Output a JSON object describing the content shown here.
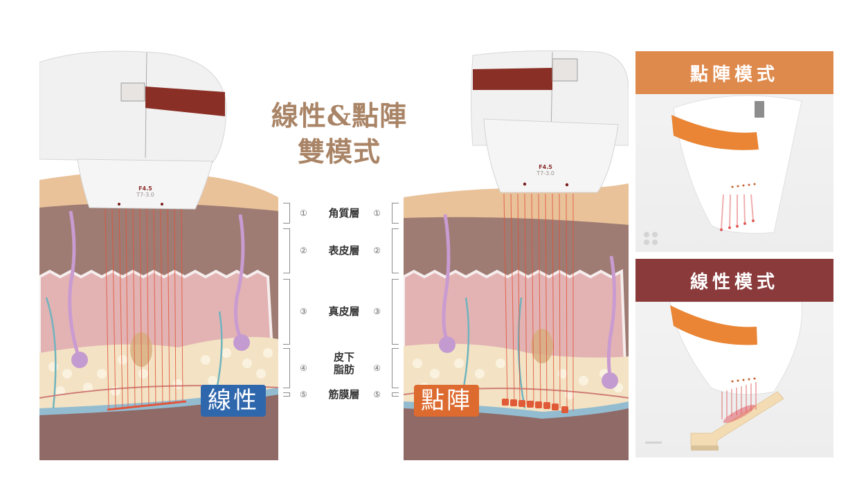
{
  "title": {
    "line1": "線性&點陣",
    "line2": "雙模式"
  },
  "colors": {
    "title": "#a98466",
    "linear_badge": "#2f67ad",
    "dot_badge": "#dd6a2e",
    "dot_card_header": "#df8a4d",
    "linear_card_header": "#8a3a3b",
    "handpiece_band": "#8a2f25",
    "energy_line": "#e2543a"
  },
  "handpiece": {
    "focus_label": "F4.5",
    "depth_label": "T7-3.0"
  },
  "layers": [
    {
      "number": "①",
      "label": "角質層"
    },
    {
      "number": "②",
      "label": "表皮層"
    },
    {
      "number": "③",
      "label": "真皮層"
    },
    {
      "number": "④",
      "label": "皮下脂肪"
    },
    {
      "number": "⑤",
      "label": "筋膜層"
    }
  ],
  "layer4_label_lines": [
    "皮下",
    "脂肪"
  ],
  "badges": {
    "linear": "線性",
    "dot": "點陣"
  },
  "cards": {
    "dot_mode": {
      "header": "點陣模式",
      "icon": "four-dots-icon"
    },
    "linear_mode": {
      "header": "線性模式",
      "icon": "dash-icon"
    }
  }
}
